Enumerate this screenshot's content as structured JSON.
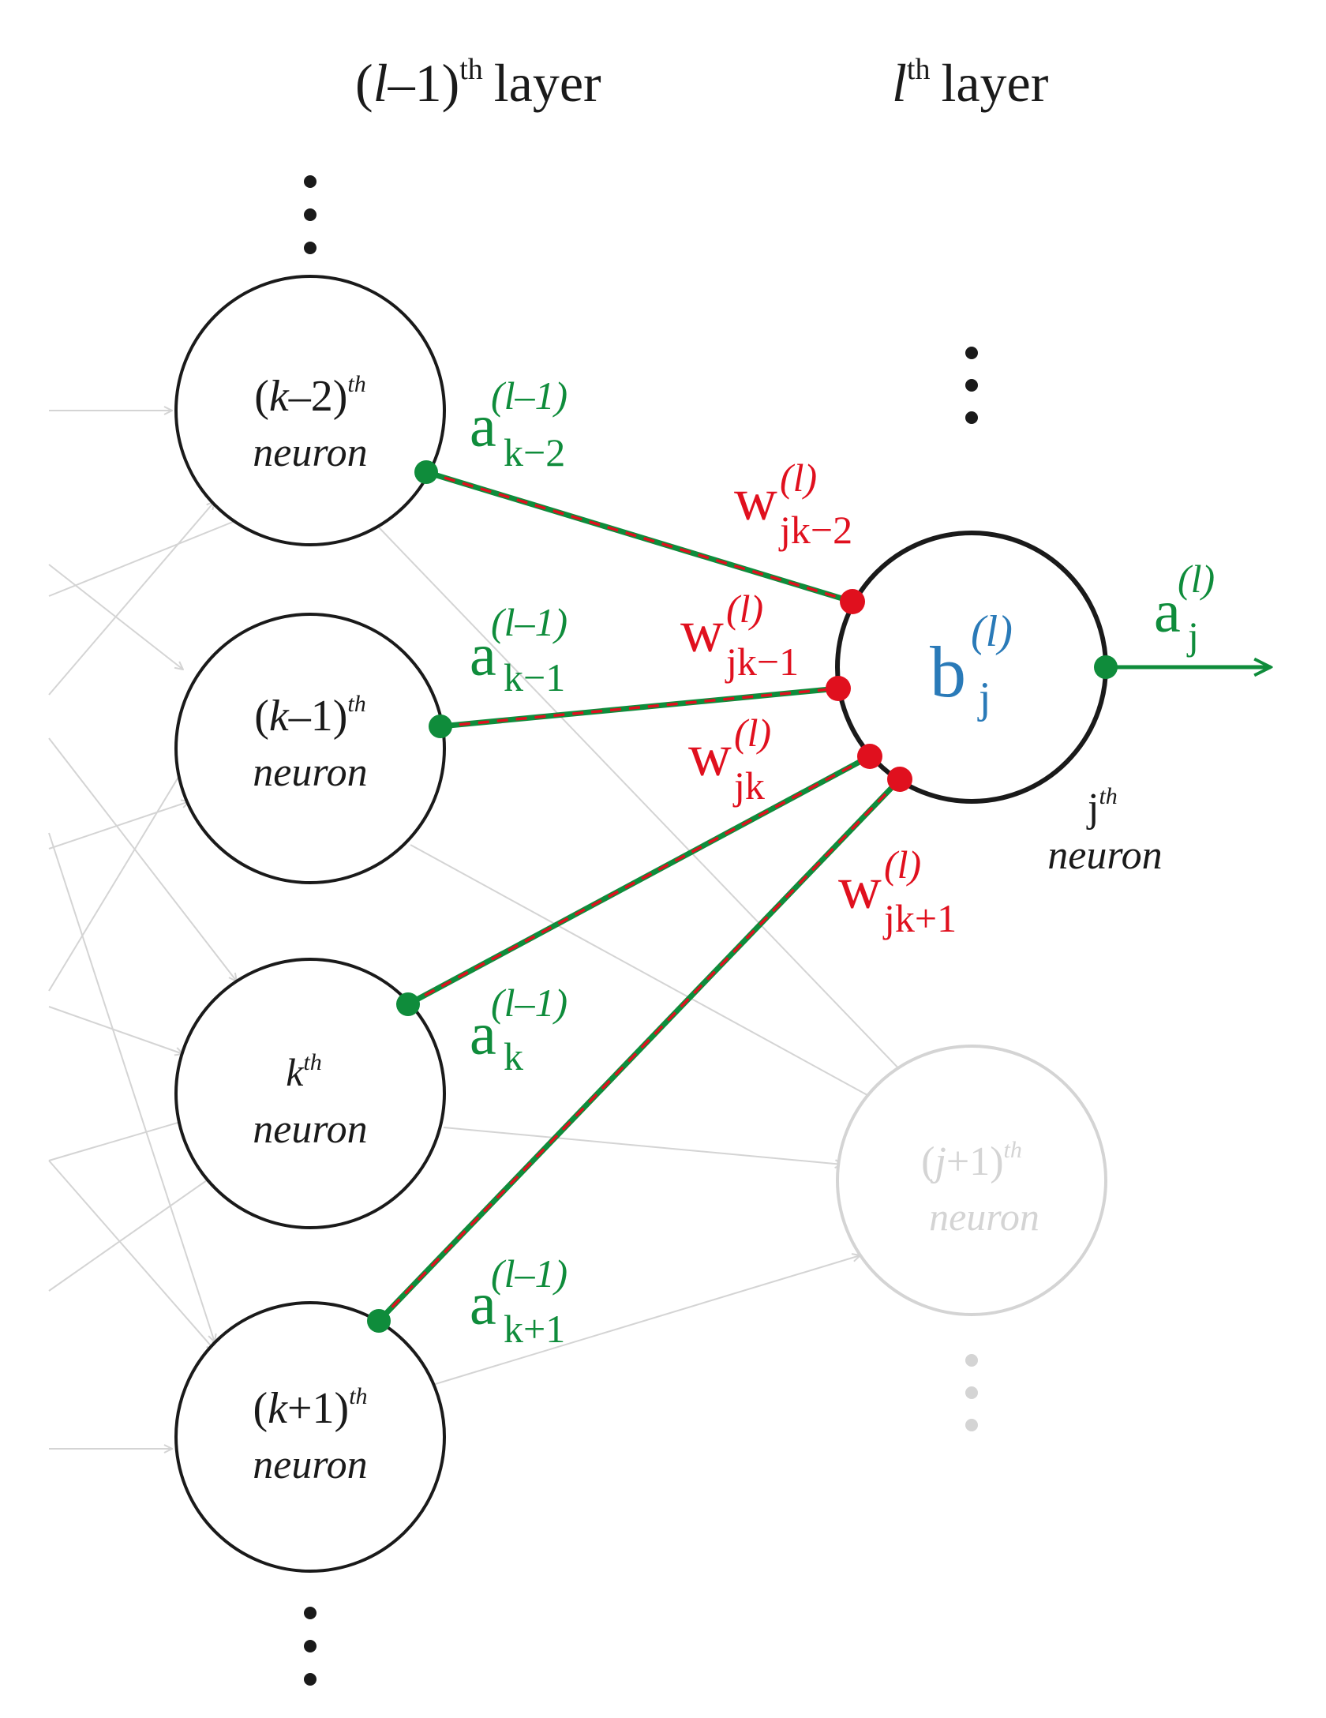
{
  "header": {
    "prev_layer": {
      "open": "(",
      "l": "l",
      "mid": "–1)",
      "sup": "th",
      "word": "layer"
    },
    "curr_layer": {
      "l": "l",
      "sup": "th",
      "word": "layer"
    }
  },
  "neurons": {
    "k_minus_2": {
      "open": "(",
      "k": "k",
      "rest": "–2)",
      "sup": "th",
      "word": "neuron"
    },
    "k_minus_1": {
      "open": "(",
      "k": "k",
      "rest": "–1)",
      "sup": "th",
      "word": "neuron"
    },
    "k": {
      "k": "k",
      "sup": "th",
      "word": "neuron"
    },
    "k_plus_1": {
      "open": "(",
      "k": "k",
      "rest": "+1)",
      "sup": "th",
      "word": "neuron"
    },
    "j": {
      "base": "b",
      "sup": "(l)",
      "sub": "j"
    },
    "j_label": {
      "j": "j",
      "sup": "th",
      "word": "neuron"
    },
    "j_plus_1": {
      "open": "(",
      "j": "j",
      "rest": "+1)",
      "sup": "th",
      "word": "neuron"
    }
  },
  "activations": {
    "k_minus_2": {
      "base": "a",
      "sup": "(l–1)",
      "sub": "k−2"
    },
    "k_minus_1": {
      "base": "a",
      "sup": "(l–1)",
      "sub": "k−1"
    },
    "k": {
      "base": "a",
      "sup": "(l–1)",
      "sub": "k"
    },
    "k_plus_1": {
      "base": "a",
      "sup": "(l–1)",
      "sub": "k+1"
    },
    "output": {
      "base": "a",
      "sup": "(l)",
      "sub": "j"
    }
  },
  "weights": {
    "jk_minus_2": {
      "base": "w",
      "sup": "(l)",
      "sub": "jk−2"
    },
    "jk_minus_1": {
      "base": "w",
      "sup": "(l)",
      "sub": "jk−1"
    },
    "jk": {
      "base": "w",
      "sup": "(l)",
      "sub": "jk"
    },
    "jk_plus_1": {
      "base": "w",
      "sup": "(l)",
      "sub": "jk+1"
    }
  },
  "colors": {
    "activation": "#0f8c3b",
    "weight": "#e0101e",
    "bias": "#2a7ab8",
    "outline": "#1a1a1a",
    "faded": "#d4d4d4"
  }
}
